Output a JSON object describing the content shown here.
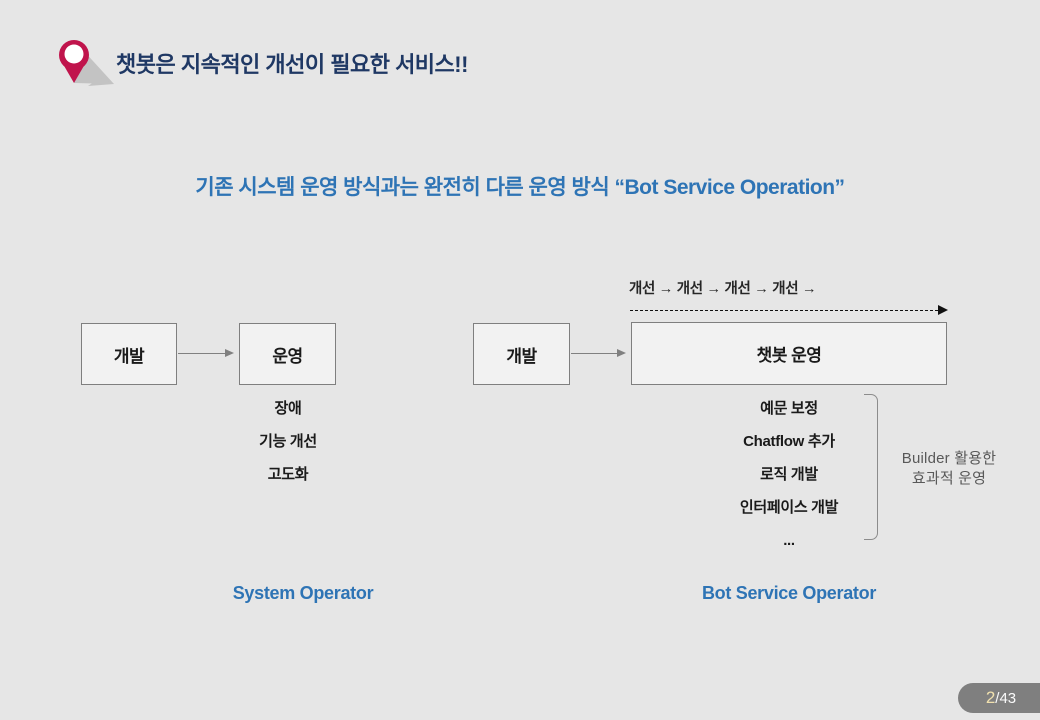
{
  "slide": {
    "title": "챗봇은 지속적인 개선이 필요한 서비스!!",
    "subtitle": "기존 시스템 운영 방식과는 완전히 다른 운영 방식 “Bot Service Operation”",
    "page": {
      "current": "2",
      "separator": "/",
      "total": "43"
    }
  },
  "left_diagram": {
    "box1": "개발",
    "box2": "운영",
    "items": [
      "장애",
      "기능 개선",
      "고도화"
    ],
    "label": "System Operator"
  },
  "right_diagram": {
    "improve_sequence": "개선 → 개선 → 개선 → 개선 →",
    "box1": "개발",
    "box2": "챗봇 운영",
    "items": [
      "예문 보정",
      "Chatflow 추가",
      "로직 개발",
      "인터페이스 개발",
      "..."
    ],
    "note_line1": "Builder 활용한",
    "note_line2": "효과적 운영",
    "label": "Bot Service Operator"
  },
  "colors": {
    "background": "#e6e6e6",
    "title_navy": "#1f3864",
    "accent_blue": "#2e74b5",
    "box_fill": "#f2f2f2",
    "box_border": "#7f7f7f",
    "pin_red": "#c0144c",
    "note_gray": "#595959",
    "pill_gray": "#7f7f7f",
    "pill_number_cream": "#f0e0ae"
  }
}
